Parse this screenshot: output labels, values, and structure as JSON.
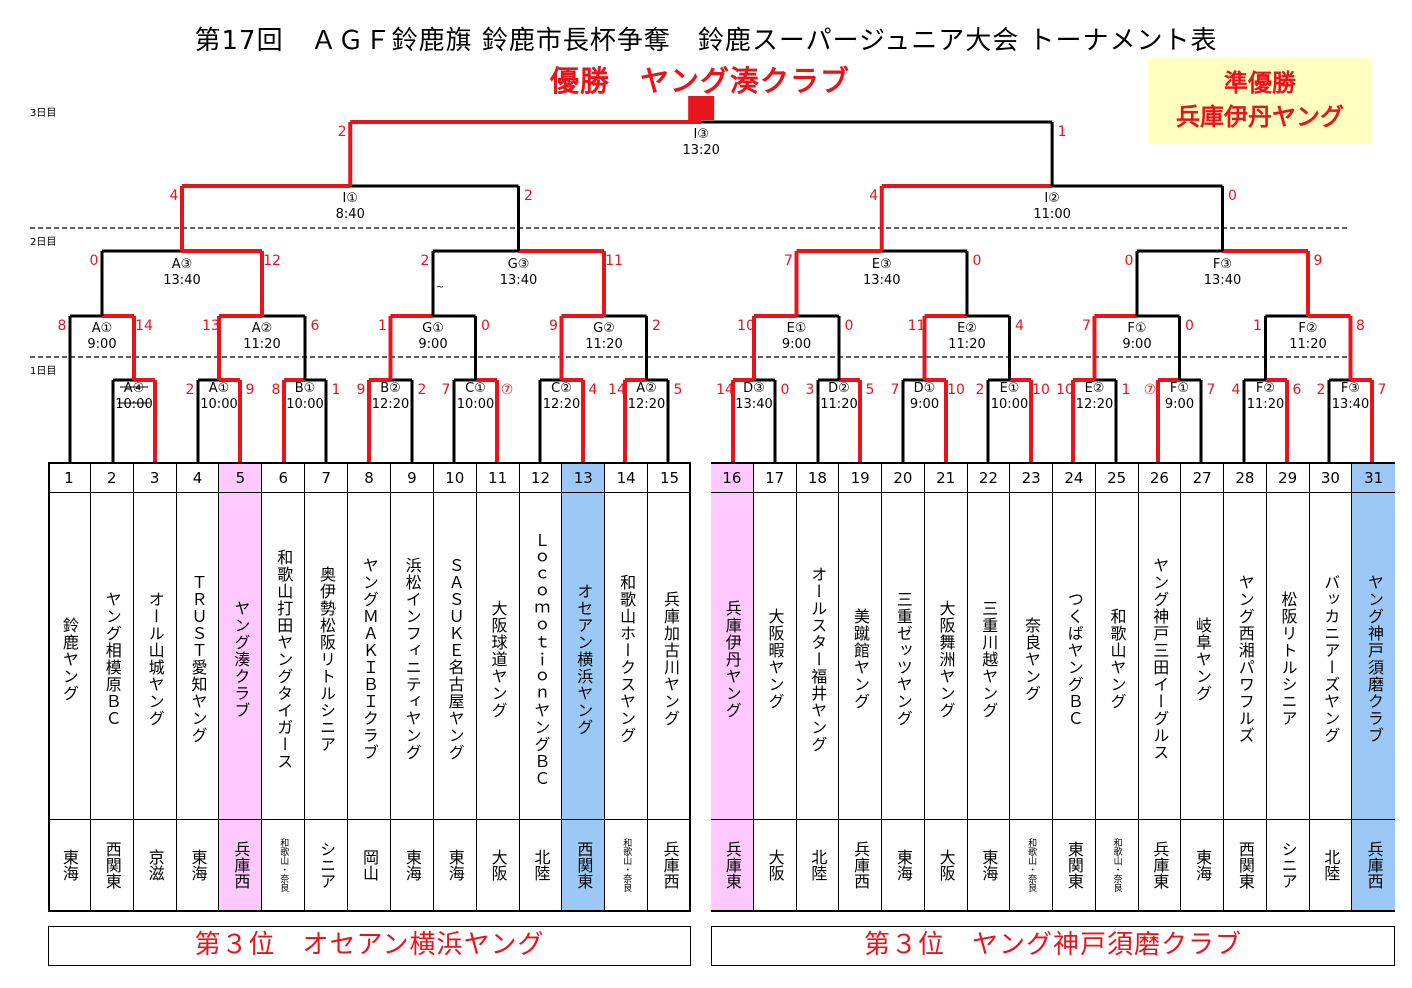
{
  "title": "第17回　ＡＧＦ鈴鹿旗 鈴鹿市長杯争奪　鈴鹿スーパージュニア大会 トーナメント表",
  "champion": "優勝　ヤング湊クラブ",
  "runner_up": {
    "line1": "準優勝",
    "line2": "兵庫伊丹ヤング"
  },
  "day_labels": [
    "3日目",
    "2日目",
    "1日目"
  ],
  "colors": {
    "winner": "#e8141b",
    "pink": "#ffc8ff",
    "blue": "#9cc8f5",
    "yellow": "#ffffbf"
  },
  "teams": [
    {
      "num": "1",
      "name": "鈴鹿ヤング",
      "region": "東海",
      "hl": ""
    },
    {
      "num": "2",
      "name": "ヤング相模原ＢＣ",
      "region": "西関東",
      "hl": ""
    },
    {
      "num": "3",
      "name": "オール山城ヤング",
      "region": "京滋",
      "hl": ""
    },
    {
      "num": "4",
      "name": "ＴＲＵＳＴ愛知ヤング",
      "region": "東海",
      "hl": ""
    },
    {
      "num": "5",
      "name": "ヤング湊クラブ",
      "region": "兵庫西",
      "hl": "pink"
    },
    {
      "num": "6",
      "name": "和歌山打田ヤングタイガース",
      "region": "和歌山・奈良",
      "hl": "",
      "small": true
    },
    {
      "num": "7",
      "name": "奥伊勢松阪リトルシニア",
      "region": "シニア",
      "hl": ""
    },
    {
      "num": "8",
      "name": "ヤングＭＡＫＩＢＩクラブ",
      "region": "岡山",
      "hl": ""
    },
    {
      "num": "9",
      "name": "浜松インフィニティヤング",
      "region": "東海",
      "hl": ""
    },
    {
      "num": "10",
      "name": "ＳＡＳＵＫＥ名古屋ヤング",
      "region": "東海",
      "hl": ""
    },
    {
      "num": "11",
      "name": "大阪球道ヤング",
      "region": "大阪",
      "hl": ""
    },
    {
      "num": "12",
      "name": "ＬｏｃｏｍｏｔｉｏｎヤングＢＣ",
      "region": "北陸",
      "hl": ""
    },
    {
      "num": "13",
      "name": "オセアン横浜ヤング",
      "region": "西関東",
      "hl": "blue"
    },
    {
      "num": "14",
      "name": "和歌山ホークスヤング",
      "region": "和歌山・奈良",
      "hl": "",
      "small": true
    },
    {
      "num": "15",
      "name": "兵庫加古川ヤング",
      "region": "兵庫西",
      "hl": ""
    },
    {
      "num": "16",
      "name": "兵庫伊丹ヤング",
      "region": "兵庫東",
      "hl": "pink"
    },
    {
      "num": "17",
      "name": "大阪暇ヤング",
      "region": "大阪",
      "hl": ""
    },
    {
      "num": "18",
      "name": "オールスター福井ヤング",
      "region": "北陸",
      "hl": ""
    },
    {
      "num": "19",
      "name": "美蹴館ヤング",
      "region": "兵庫西",
      "hl": ""
    },
    {
      "num": "20",
      "name": "三重ゼッツヤング",
      "region": "東海",
      "hl": ""
    },
    {
      "num": "21",
      "name": "大阪舞洲ヤング",
      "region": "大阪",
      "hl": ""
    },
    {
      "num": "22",
      "name": "三重川越ヤング",
      "region": "東海",
      "hl": ""
    },
    {
      "num": "23",
      "name": "奈良ヤング",
      "region": "和歌山・奈良",
      "hl": "",
      "small": true
    },
    {
      "num": "24",
      "name": "つくばヤングＢＣ",
      "region": "東関東",
      "hl": ""
    },
    {
      "num": "25",
      "name": "和歌山ヤング",
      "region": "和歌山・奈良",
      "hl": "",
      "small": true
    },
    {
      "num": "26",
      "name": "ヤング神戸三田イーグルス",
      "region": "兵庫東",
      "hl": ""
    },
    {
      "num": "27",
      "name": "岐阜ヤング",
      "region": "東海",
      "hl": ""
    },
    {
      "num": "28",
      "name": "ヤング西湘パワフルズ",
      "region": "西関東",
      "hl": ""
    },
    {
      "num": "29",
      "name": "松阪リトルシニア",
      "region": "シニア",
      "hl": ""
    },
    {
      "num": "30",
      "name": "バッカニアーズヤング",
      "region": "北陸",
      "hl": ""
    },
    {
      "num": "31",
      "name": "ヤング神戸須磨クラブ",
      "region": "兵庫西",
      "hl": "blue"
    }
  ],
  "third_place": [
    "第３位　オセアン横浜ヤング",
    "第３位　ヤング神戸須磨クラブ"
  ],
  "round1": [
    {
      "code": "A④",
      "time": "10:00",
      "l": "",
      "r": "",
      "struck": true
    },
    {
      "code": "A①",
      "time": "10:00",
      "l": "2",
      "r": "9"
    },
    {
      "code": "B①",
      "time": "10:00",
      "l": "8",
      "r": "1"
    },
    {
      "code": "B②",
      "time": "12:20",
      "l": "9",
      "r": "2"
    },
    {
      "code": "C①",
      "time": "10:00",
      "l": "7",
      "r": "⑦"
    },
    {
      "code": "C②",
      "time": "12:20",
      "l": "",
      "r": "4"
    },
    {
      "code": "A②",
      "time": "12:20",
      "l": "14",
      "r": "5"
    },
    {
      "code": "D③",
      "time": "13:40",
      "l": "14",
      "r": "0"
    },
    {
      "code": "D②",
      "time": "11:20",
      "l": "3",
      "r": "5"
    },
    {
      "code": "D①",
      "time": "9:00",
      "l": "7",
      "r": "10"
    },
    {
      "code": "E①",
      "time": "10:00",
      "l": "2",
      "r": "10"
    },
    {
      "code": "E②",
      "time": "12:20",
      "l": "10",
      "r": "1"
    },
    {
      "code": "F①",
      "time": "9:00",
      "l": "⑦",
      "r": "7"
    },
    {
      "code": "F②",
      "time": "11:20",
      "l": "4",
      "r": "6"
    },
    {
      "code": "F③",
      "time": "13:40",
      "l": "2",
      "r": "7"
    }
  ],
  "round2": [
    {
      "code": "A①",
      "time": "9:00",
      "l": "8",
      "r": "14"
    },
    {
      "code": "A②",
      "time": "11:20",
      "l": "13",
      "r": "6"
    },
    {
      "code": "G①",
      "time": "9:00",
      "l": "1",
      "r": "0"
    },
    {
      "code": "G②",
      "time": "11:20",
      "l": "9",
      "r": "2"
    },
    {
      "code": "E①",
      "time": "9:00",
      "l": "10",
      "r": "0"
    },
    {
      "code": "E②",
      "time": "11:20",
      "l": "11",
      "r": "4"
    },
    {
      "code": "F①",
      "time": "9:00",
      "l": "7",
      "r": "0"
    },
    {
      "code": "F②",
      "time": "11:20",
      "l": "1",
      "r": "8"
    }
  ],
  "round3": [
    {
      "code": "A③",
      "time": "13:40",
      "l": "0",
      "r": "12"
    },
    {
      "code": "G③",
      "time": "13:40",
      "l": "2",
      "r": "11"
    },
    {
      "code": "E③",
      "time": "13:40",
      "l": "7",
      "r": "0"
    },
    {
      "code": "F③",
      "time": "13:40",
      "l": "0",
      "r": "9"
    }
  ],
  "semis": [
    {
      "code": "I①",
      "time": "8:40",
      "l": "4",
      "r": "2"
    },
    {
      "code": "I②",
      "time": "11:00",
      "l": "4",
      "r": "0"
    }
  ],
  "final": {
    "code": "I③",
    "time": "13:20",
    "l": "2",
    "r": "1"
  },
  "misc": {
    "dash": "~"
  }
}
